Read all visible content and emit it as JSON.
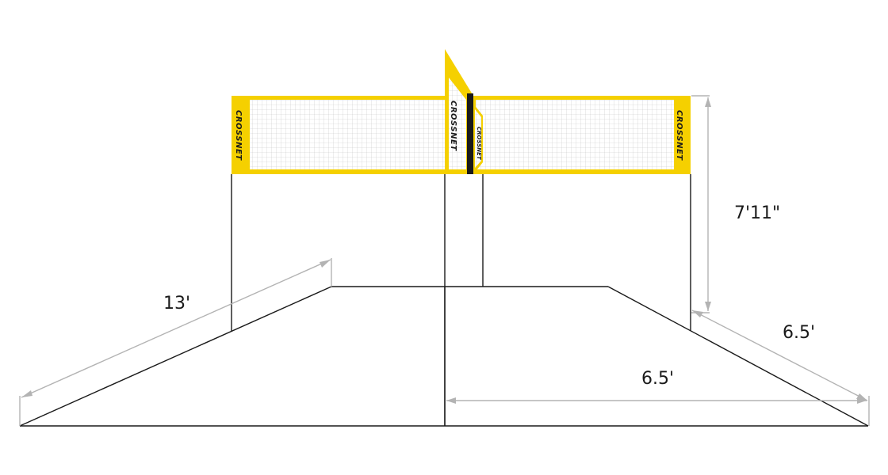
{
  "brand": {
    "name": "CROSSNET",
    "net_color": "#f5d000",
    "mesh_color": "#b8b8b8",
    "line_color": "#1a1a1a",
    "dimension_color": "#b3b3b3"
  },
  "dimensions": {
    "side_length": "13'",
    "net_height": "7'11\"",
    "square_side_right": "6.5'",
    "square_side_front": "6.5'"
  }
}
